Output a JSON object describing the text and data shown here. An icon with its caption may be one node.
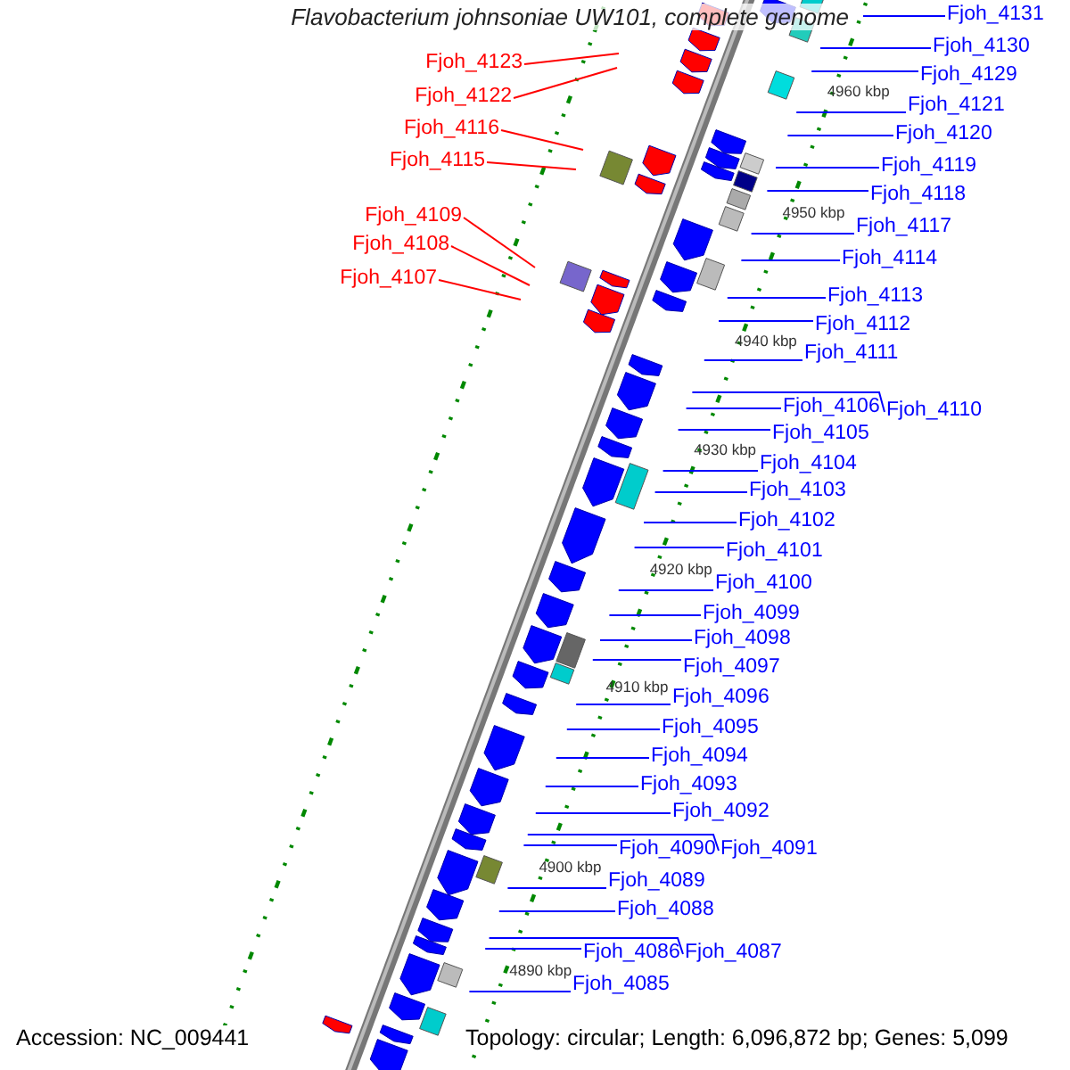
{
  "diagram": {
    "title": "Flavobacterium johnsoniae UW101, complete genome",
    "nodes": [
      {
        "text": [
          "Fjoh_4131"
        ]
      },
      {
        "text": [
          "Fjoh_4130"
        ]
      },
      {
        "text": [
          "Fjoh_4123"
        ]
      },
      {
        "text": [
          "Fjoh_4129"
        ]
      },
      {
        "text": [
          "Fjoh_4122"
        ]
      },
      {
        "text": [
          "Fjoh_4121"
        ]
      },
      {
        "text": [
          "Fjoh_4116"
        ]
      },
      {
        "text": [
          "Fjoh_4120"
        ]
      },
      {
        "text": [
          "Fjoh_4115"
        ]
      },
      {
        "text": [
          "Fjoh_4119"
        ]
      },
      {
        "text": [
          "Fjoh_4118"
        ]
      },
      {
        "text": [
          "Fjoh_4109"
        ]
      },
      {
        "text": [
          "Fjoh_4117"
        ]
      },
      {
        "text": [
          "Fjoh_4108"
        ]
      },
      {
        "text": [
          "Fjoh_4114"
        ]
      },
      {
        "text": [
          "Fjoh_4107"
        ]
      },
      {
        "text": [
          "Fjoh_4113"
        ]
      },
      {
        "text": [
          "Fjoh_4112"
        ]
      },
      {
        "text": [
          "Fjoh_4111"
        ]
      },
      {
        "text": [
          "Fjoh_4106"
        ]
      },
      {
        "text": [
          "Fjoh_4110"
        ]
      },
      {
        "text": [
          "Fjoh_4105"
        ]
      },
      {
        "text": [
          "Fjoh_4104"
        ]
      },
      {
        "text": [
          "Fjoh_4103"
        ]
      },
      {
        "text": [
          "Fjoh_4102"
        ]
      },
      {
        "text": [
          "Fjoh_4101"
        ]
      },
      {
        "text": [
          "Fjoh_4100"
        ]
      },
      {
        "text": [
          "Fjoh_4099"
        ]
      },
      {
        "text": [
          "Fjoh_4098"
        ]
      },
      {
        "text": [
          "Fjoh_4097"
        ]
      },
      {
        "text": [
          "Fjoh_4096"
        ]
      },
      {
        "text": [
          "Fjoh_4095"
        ]
      },
      {
        "text": [
          "Fjoh_4094"
        ]
      },
      {
        "text": [
          "Fjoh_4093"
        ]
      },
      {
        "text": [
          "Fjoh_4092"
        ]
      },
      {
        "text": [
          "Fjoh_4090"
        ]
      },
      {
        "text": [
          "Fjoh_4091"
        ]
      },
      {
        "text": [
          "Fjoh_4089"
        ]
      },
      {
        "text": [
          "Fjoh_4088"
        ]
      },
      {
        "text": [
          "Fjoh_4086"
        ]
      },
      {
        "text": [
          "Fjoh_4087"
        ]
      },
      {
        "text": [
          "Fjoh_4085"
        ]
      }
    ],
    "edges": [
      {
        "from": 0,
        "to": null,
        "arrow": "none"
      },
      {
        "from": 1,
        "to": null,
        "arrow": "none"
      },
      {
        "from": 2,
        "to": null,
        "arrow": "none",
        "color": "#ff0000"
      },
      {
        "from": 3,
        "to": null,
        "arrow": "none"
      },
      {
        "from": 4,
        "to": null,
        "arrow": "none",
        "color": "#ff0000"
      },
      {
        "from": 5,
        "to": null,
        "arrow": "none"
      },
      {
        "from": 6,
        "to": null,
        "arrow": "none",
        "color": "#ff0000"
      },
      {
        "from": 7,
        "to": null,
        "arrow": "none"
      },
      {
        "from": 8,
        "to": null,
        "arrow": "none",
        "color": "#ff0000"
      },
      {
        "from": 9,
        "to": null,
        "arrow": "none"
      },
      {
        "from": 10,
        "to": null,
        "arrow": "none"
      },
      {
        "from": 11,
        "to": null,
        "arrow": "none",
        "color": "#ff0000"
      },
      {
        "from": 12,
        "to": null,
        "arrow": "none"
      },
      {
        "from": 13,
        "to": null,
        "arrow": "none",
        "color": "#ff0000"
      },
      {
        "from": 14,
        "to": null,
        "arrow": "none"
      },
      {
        "from": 15,
        "to": null,
        "arrow": "none",
        "color": "#ff0000"
      },
      {
        "from": 16,
        "to": null,
        "arrow": "none"
      },
      {
        "from": 17,
        "to": null,
        "arrow": "none"
      },
      {
        "from": 18,
        "to": null,
        "arrow": "none"
      },
      {
        "from": 19,
        "to": null,
        "arrow": "none"
      },
      {
        "from": 20,
        "to": null,
        "arrow": "none"
      },
      {
        "from": 21,
        "to": null,
        "arrow": "none"
      },
      {
        "from": 22,
        "to": null,
        "arrow": "none"
      },
      {
        "from": 23,
        "to": null,
        "arrow": "none"
      },
      {
        "from": 24,
        "to": null,
        "arrow": "none"
      },
      {
        "from": 25,
        "to": null,
        "arrow": "none"
      },
      {
        "from": 26,
        "to": null,
        "arrow": "none"
      },
      {
        "from": 27,
        "to": null,
        "arrow": "none"
      },
      {
        "from": 28,
        "to": null,
        "arrow": "none"
      },
      {
        "from": 29,
        "to": null,
        "arrow": "none"
      },
      {
        "from": 30,
        "to": null,
        "arrow": "none"
      },
      {
        "from": 31,
        "to": null,
        "arrow": "none"
      },
      {
        "from": 32,
        "to": null,
        "arrow": "none"
      },
      {
        "from": 33,
        "to": null,
        "arrow": "none"
      },
      {
        "from": 34,
        "to": null,
        "arrow": "none"
      },
      {
        "from": 35,
        "to": null,
        "arrow": "none"
      },
      {
        "from": 36,
        "to": null,
        "arrow": "none"
      },
      {
        "from": 37,
        "to": null,
        "arrow": "none"
      },
      {
        "from": 38,
        "to": null,
        "arrow": "none"
      },
      {
        "from": 39,
        "to": null,
        "arrow": "none"
      },
      {
        "from": 40,
        "to": null,
        "arrow": "none"
      },
      {
        "from": 41,
        "to": null,
        "arrow": "none"
      }
    ],
    "labels": [
      "4960 kbp",
      "4950 kbp",
      "4940 kbp",
      "4930 kbp",
      "4920 kbp",
      "4910 kbp",
      "4900 kbp",
      "4890 kbp",
      "Accession: NC_009441",
      "Topology: circular; Length: 6,096,872 bp; Genes: 5,099"
    ]
  }
}
